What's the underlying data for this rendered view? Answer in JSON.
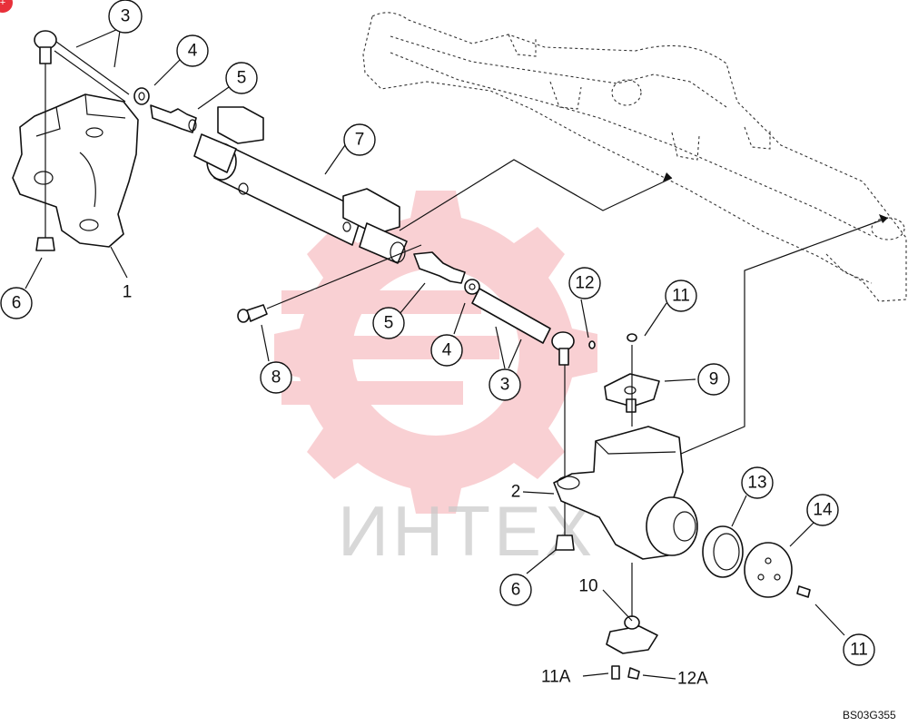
{
  "watermark": {
    "text": "ИНТЕХ",
    "color": "#e8303a"
  },
  "diagram_code": "BS03G355",
  "callouts": [
    {
      "id": "c-3a",
      "label": "3"
    },
    {
      "id": "c-4a",
      "label": "4"
    },
    {
      "id": "c-5a",
      "label": "5"
    },
    {
      "id": "c-7",
      "label": "7"
    },
    {
      "id": "c-6a",
      "label": "6"
    },
    {
      "id": "c-1",
      "label": "1"
    },
    {
      "id": "c-5b",
      "label": "5"
    },
    {
      "id": "c-4b",
      "label": "4"
    },
    {
      "id": "c-3b",
      "label": "3"
    },
    {
      "id": "c-8",
      "label": "8"
    },
    {
      "id": "c-12",
      "label": "12"
    },
    {
      "id": "c-11a",
      "label": "11"
    },
    {
      "id": "c-9",
      "label": "9"
    },
    {
      "id": "c-2",
      "label": "2"
    },
    {
      "id": "c-13",
      "label": "13"
    },
    {
      "id": "c-14",
      "label": "14"
    },
    {
      "id": "c-6b",
      "label": "6"
    },
    {
      "id": "c-10",
      "label": "10"
    },
    {
      "id": "c-11b",
      "label": "11"
    },
    {
      "id": "c-11A",
      "label": "11A"
    },
    {
      "id": "c-12A",
      "label": "12A"
    }
  ]
}
